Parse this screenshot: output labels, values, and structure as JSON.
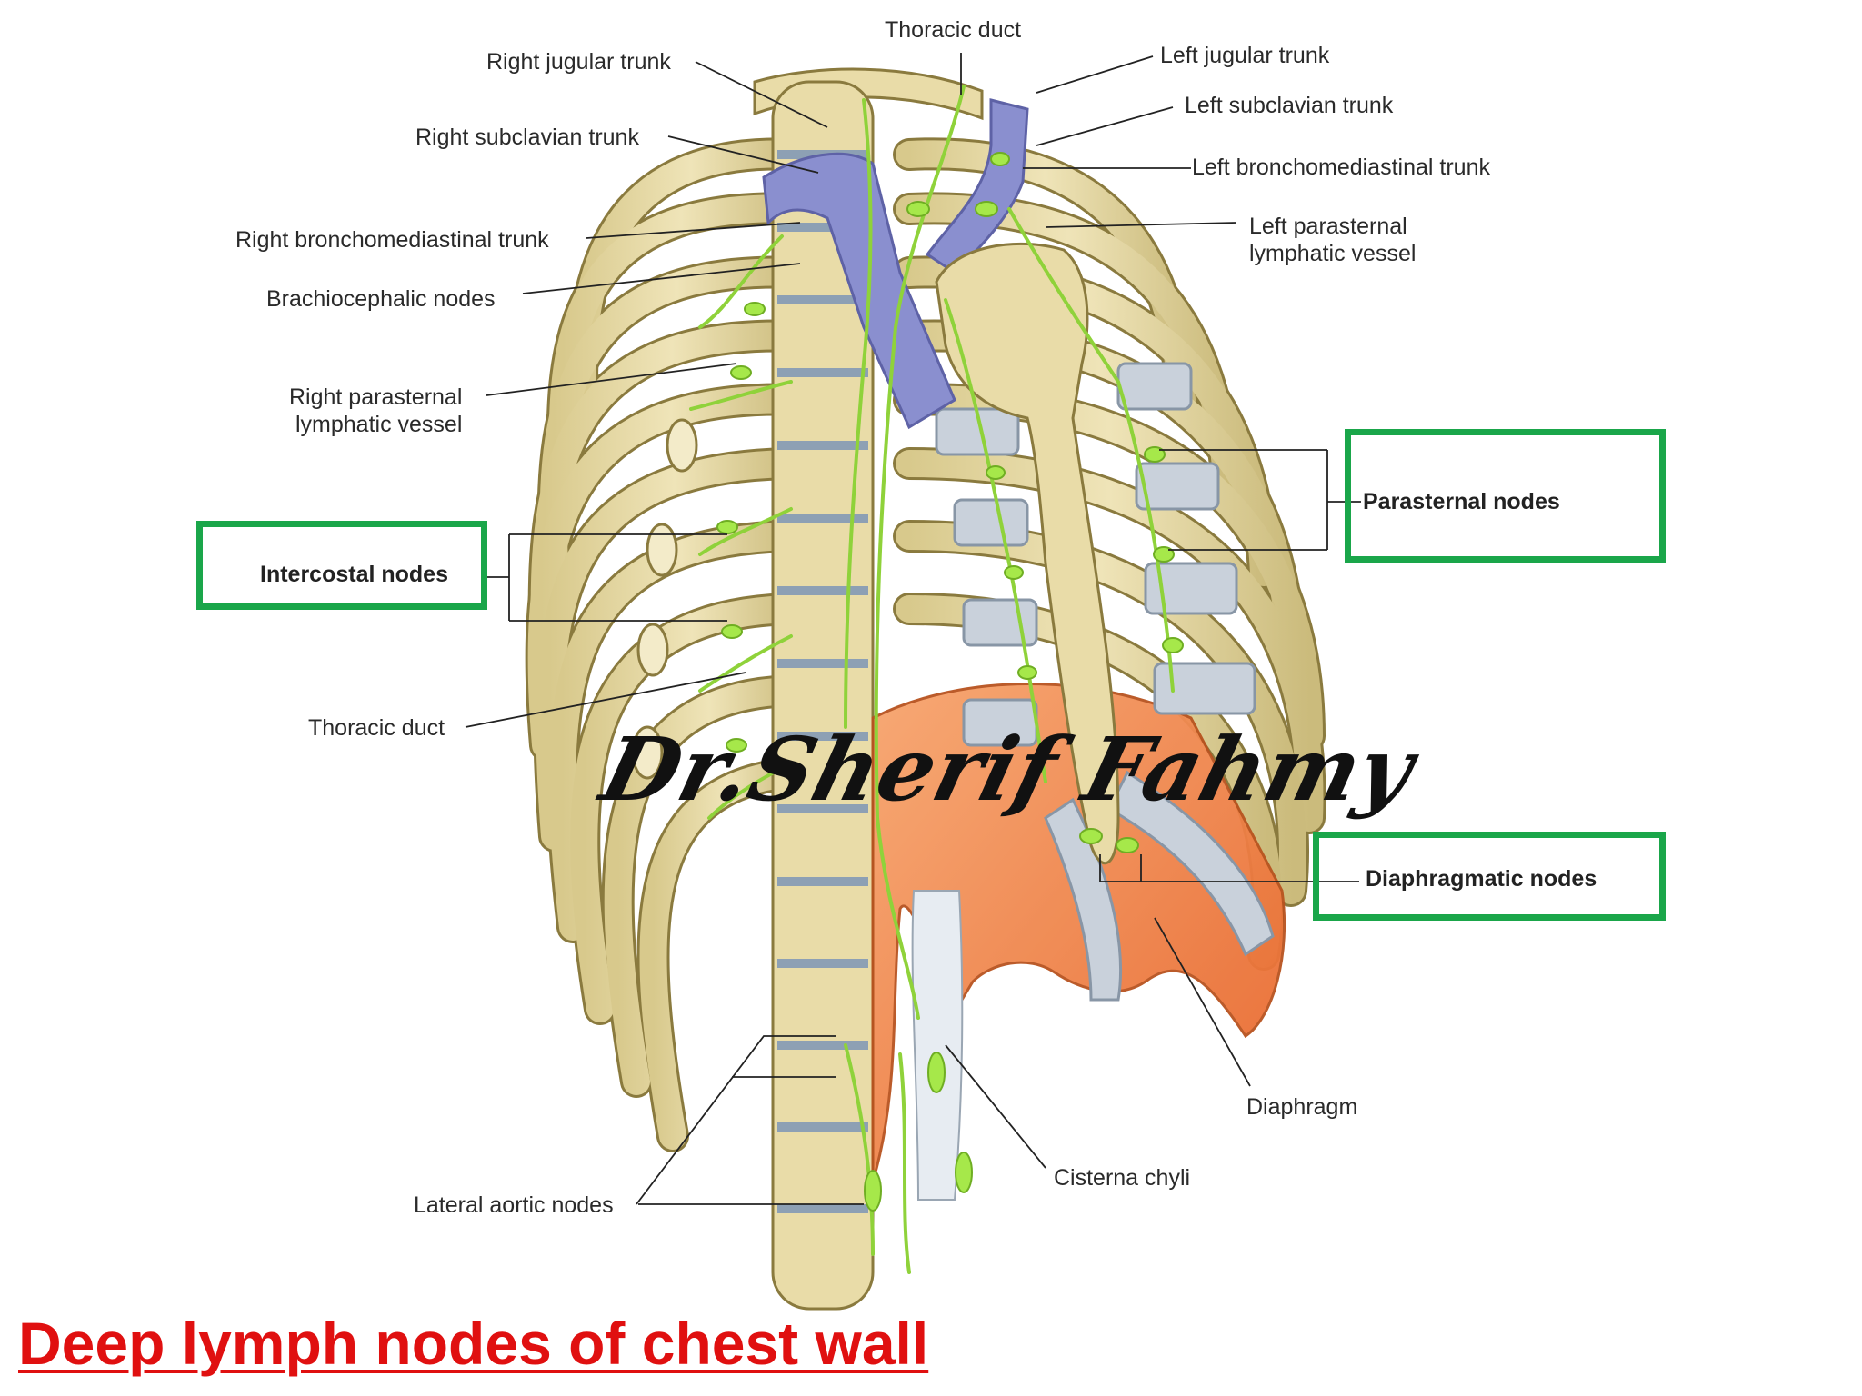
{
  "labels": {
    "thoracic_duct_top": "Thoracic duct",
    "right_jugular_trunk": "Right jugular trunk",
    "left_jugular_trunk": "Left jugular trunk",
    "right_subclavian_trunk": "Right subclavian trunk",
    "left_subclavian_trunk": "Left subclavian trunk",
    "left_bronchomediastinal_trunk": "Left bronchomediastinal trunk",
    "right_bronchomediastinal_trunk": "Right bronchomediastinal trunk",
    "left_parasternal_line1": "Left parasternal",
    "left_parasternal_line2": "lymphatic vessel",
    "brachiocephalic_nodes": "Brachiocephalic nodes",
    "right_parasternal_line1": "Right parasternal",
    "right_parasternal_line2": "lymphatic vessel",
    "parasternal_nodes": "Parasternal nodes",
    "intercostal_nodes": "Intercostal nodes",
    "thoracic_duct_mid": "Thoracic duct",
    "diaphragmatic_nodes": "Diaphragmatic nodes",
    "diaphragm": "Diaphragm",
    "cisterna_chyli": "Cisterna chyli",
    "lateral_aortic_nodes": "Lateral aortic nodes"
  },
  "watermark": "Dr.Sherif Fahmy",
  "title": "Deep lymph nodes of chest wall",
  "colors": {
    "bone": "#e9dca8",
    "bone_outline": "#8a7a3e",
    "cartilage": "#c9d1db",
    "vein": "#8a8fcf",
    "lymph": "#9be03c",
    "diaphragm": "#f07a3a",
    "highlight_box": "#1aa64a",
    "title": "#e01010"
  }
}
